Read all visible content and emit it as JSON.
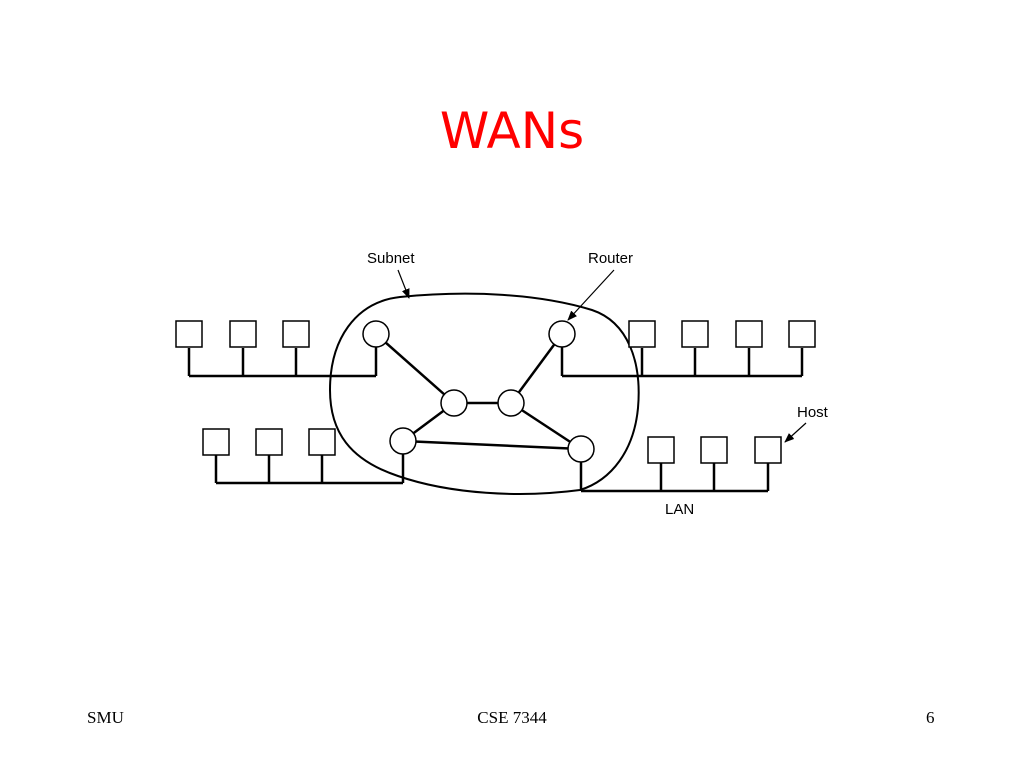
{
  "slide": {
    "title": "WANs",
    "title_color": "#ff0000"
  },
  "diagram": {
    "labels": {
      "subnet": "Subnet",
      "router": "Router",
      "host": "Host",
      "lan": "LAN"
    }
  },
  "footer": {
    "left": "SMU",
    "center": "CSE 7344",
    "right": "6"
  }
}
